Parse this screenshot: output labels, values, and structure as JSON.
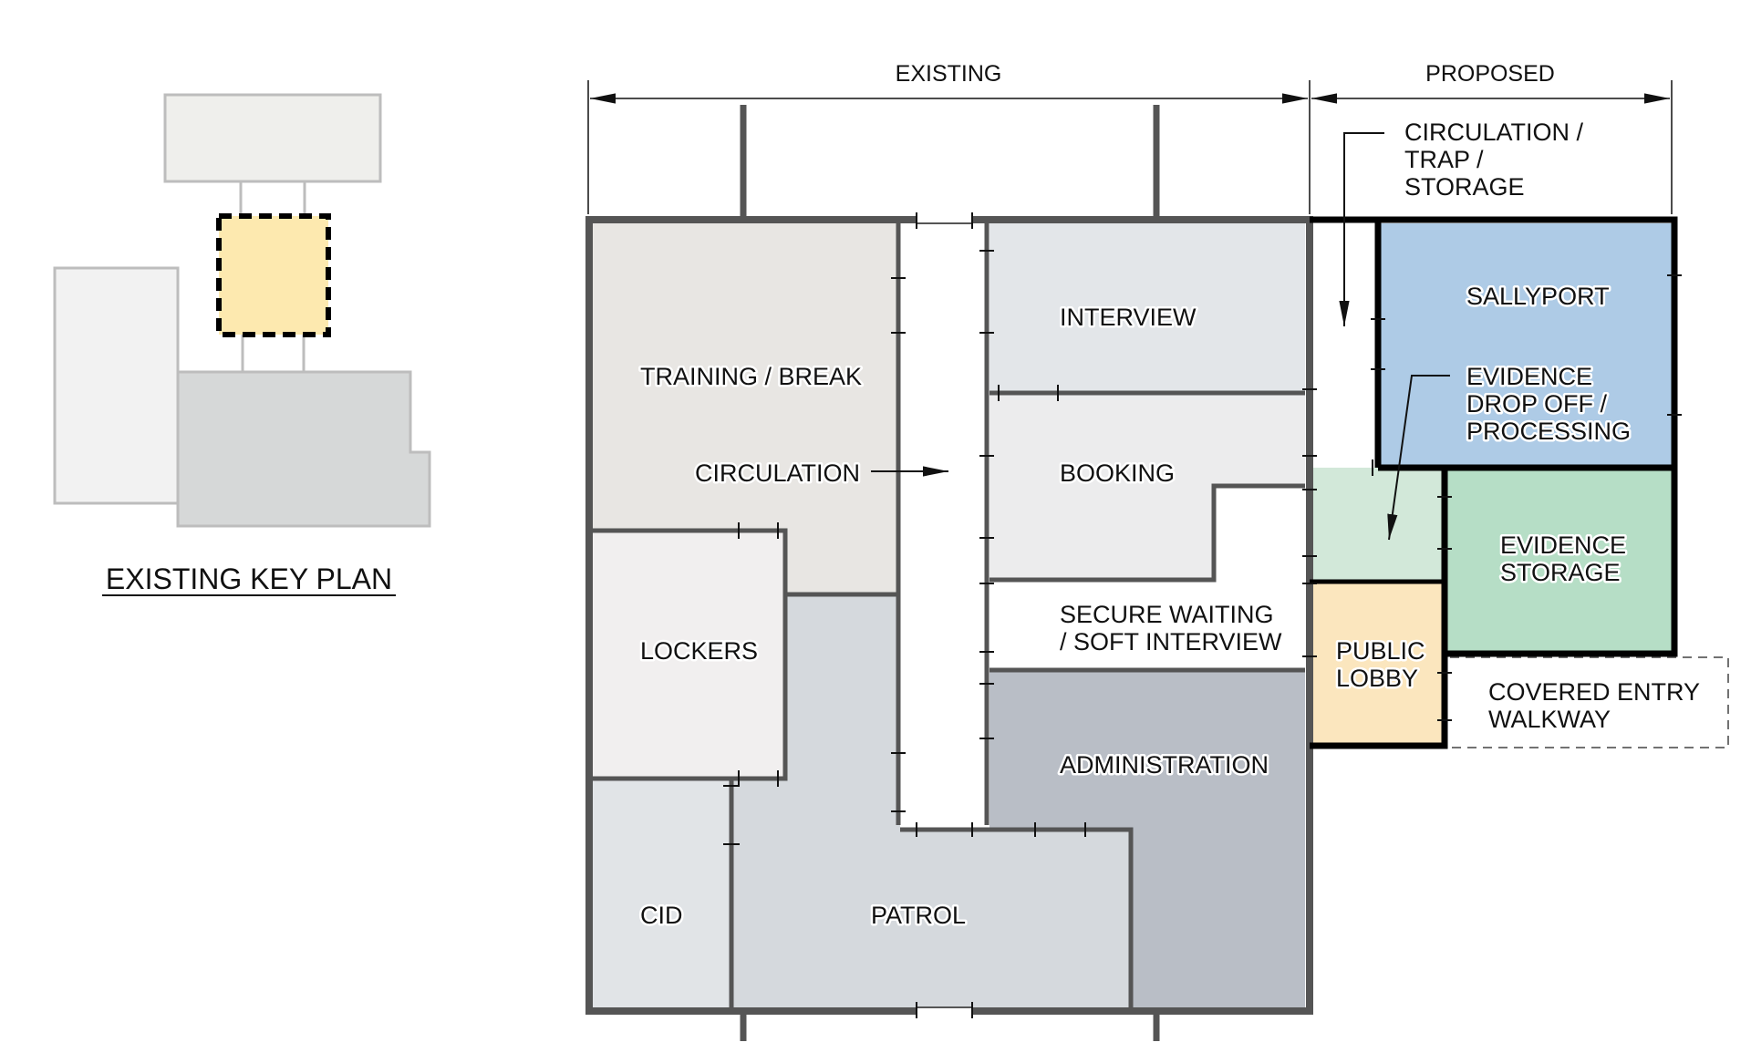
{
  "key_plan": {
    "title": "EXISTING KEY PLAN",
    "colors": {
      "adjacent_top": "#efefec",
      "adjacent_left": "#f2f2f2",
      "existing_building": "#d6d8d8",
      "project_area": "#fde9af",
      "outline": "#bdbdbd"
    }
  },
  "dimensions": {
    "existing": "EXISTING",
    "proposed": "PROPOSED"
  },
  "rooms": {
    "training_break": "TRAINING / BREAK",
    "circulation": "CIRCULATION",
    "lockers": "LOCKERS",
    "cid": "CID",
    "patrol": "PATROL",
    "interview": "INTERVIEW",
    "booking": "BOOKING",
    "secure_waiting_1": "SECURE WAITING",
    "secure_waiting_2": "/ SOFT INTERVIEW",
    "administration": "ADMINISTRATION",
    "circulation_trap_1": "CIRCULATION /",
    "circulation_trap_2": "TRAP /",
    "circulation_trap_3": "STORAGE",
    "sallyport": "SALLYPORT",
    "evidence_drop_1": "EVIDENCE",
    "evidence_drop_2": "DROP OFF /",
    "evidence_drop_3": "PROCESSING",
    "evidence_storage_1": "EVIDENCE",
    "evidence_storage_2": "STORAGE",
    "public_lobby_1": "PUBLIC",
    "public_lobby_2": "LOBBY",
    "covered_entry_1": "COVERED ENTRY",
    "covered_entry_2": "WALKWAY"
  },
  "colors": {
    "training_break": "#e8e6e3",
    "lockers": "#f1efef",
    "cid": "#e1e4e7",
    "patrol": "#d5d9dd",
    "interview": "#e3e6e9",
    "booking": "#ececed",
    "administration": "#b9bec6",
    "sallyport": "#aecbe6",
    "evidence_drop": "#d2e8d9",
    "evidence_storage": "#b6dec6",
    "public_lobby": "#fbe6be",
    "existing_wall": "#555555",
    "proposed_wall": "#000000"
  }
}
